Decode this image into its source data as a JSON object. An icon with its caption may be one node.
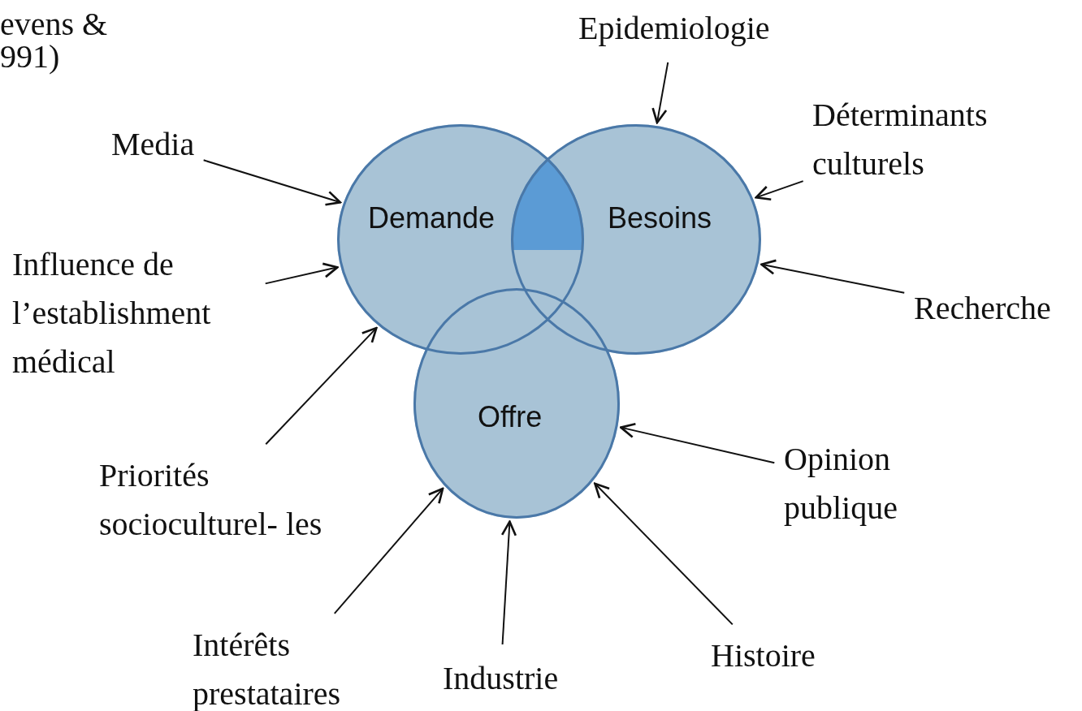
{
  "diagram": {
    "nodes": [
      {
        "text": [
          "Demande"
        ]
      },
      {
        "text": [
          "Besoins"
        ]
      },
      {
        "text": [
          "Offre"
        ]
      },
      {
        "text": [
          "Epidemiologie"
        ]
      },
      {
        "text": [
          "Media"
        ]
      },
      {
        "text": [
          "Déterminants culturels"
        ]
      },
      {
        "text": [
          "Influence de l’establishment médical"
        ]
      },
      {
        "text": [
          "Recherche"
        ]
      },
      {
        "text": [
          "Priorités socioculturel- les"
        ]
      },
      {
        "text": [
          "Opinion publique"
        ]
      },
      {
        "text": [
          "Intérêts prestataires"
        ]
      },
      {
        "text": [
          "Industrie"
        ]
      },
      {
        "text": [
          "Histoire"
        ]
      }
    ],
    "edges": [
      {
        "from": 3,
        "to": 1,
        "arrow": "to"
      },
      {
        "from": 4,
        "to": 0,
        "arrow": "to"
      },
      {
        "from": 5,
        "to": 1,
        "arrow": "to"
      },
      {
        "from": 6,
        "to": 0,
        "arrow": "to"
      },
      {
        "from": 7,
        "to": 1,
        "arrow": "to"
      },
      {
        "from": 8,
        "to": 0,
        "arrow": "to"
      },
      {
        "from": 9,
        "to": 2,
        "arrow": "to"
      },
      {
        "from": 10,
        "to": 2,
        "arrow": "to"
      },
      {
        "from": 11,
        "to": 2,
        "arrow": "to"
      },
      {
        "from": 12,
        "to": 2,
        "arrow": "to"
      }
    ],
    "labels": [
      "evens &",
      "991)"
    ]
  }
}
